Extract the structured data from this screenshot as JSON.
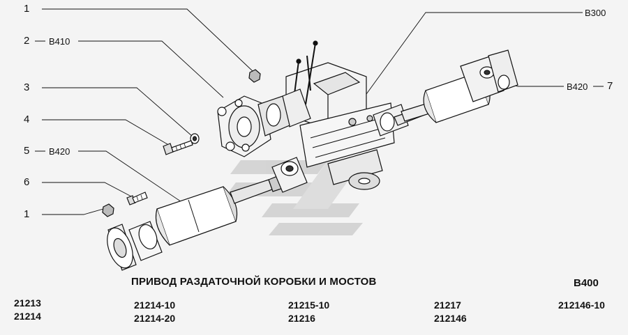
{
  "callouts": {
    "n1_top": "1",
    "n2": "2",
    "n2_code": "B410",
    "n3": "3",
    "n4": "4",
    "n5": "5",
    "n5_code": "B420",
    "n6": "6",
    "n1_bottom": "1",
    "r_top_code": "B300",
    "r_mid_code": "B420",
    "r_mid_num": "7",
    "dash": "—"
  },
  "title": "ПРИВОД РАЗДАТОЧНОЙ КОРОБКИ И МОСТОВ",
  "sheet_code": "B400",
  "models": {
    "col1": [
      "21213",
      "21214"
    ],
    "col2": [
      "21214-10",
      "21214-20"
    ],
    "col3": [
      "21215-10",
      "21216"
    ],
    "col4": [
      "21217",
      "212146"
    ],
    "col5": [
      "212146-10"
    ]
  },
  "colors": {
    "background": "#f4f4f4",
    "ink": "#111111",
    "watermark": "#c8c8c8"
  }
}
